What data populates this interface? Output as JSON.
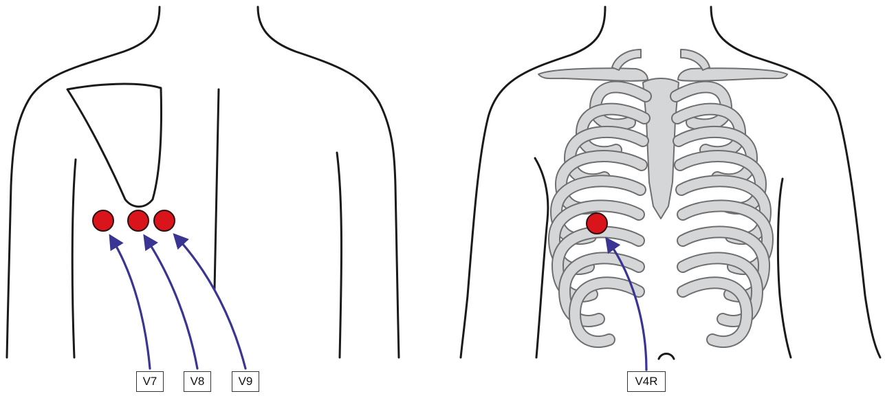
{
  "views": {
    "back": {
      "electrodes": [
        {
          "label": "V7"
        },
        {
          "label": "V8"
        },
        {
          "label": "V9"
        }
      ]
    },
    "front": {
      "electrodes": [
        {
          "label": "V4R"
        }
      ]
    }
  },
  "colors": {
    "electrode": "#d9141b",
    "arrow": "#3a3592",
    "bone": "#d4d6d8",
    "outline": "#1a1a1a"
  }
}
